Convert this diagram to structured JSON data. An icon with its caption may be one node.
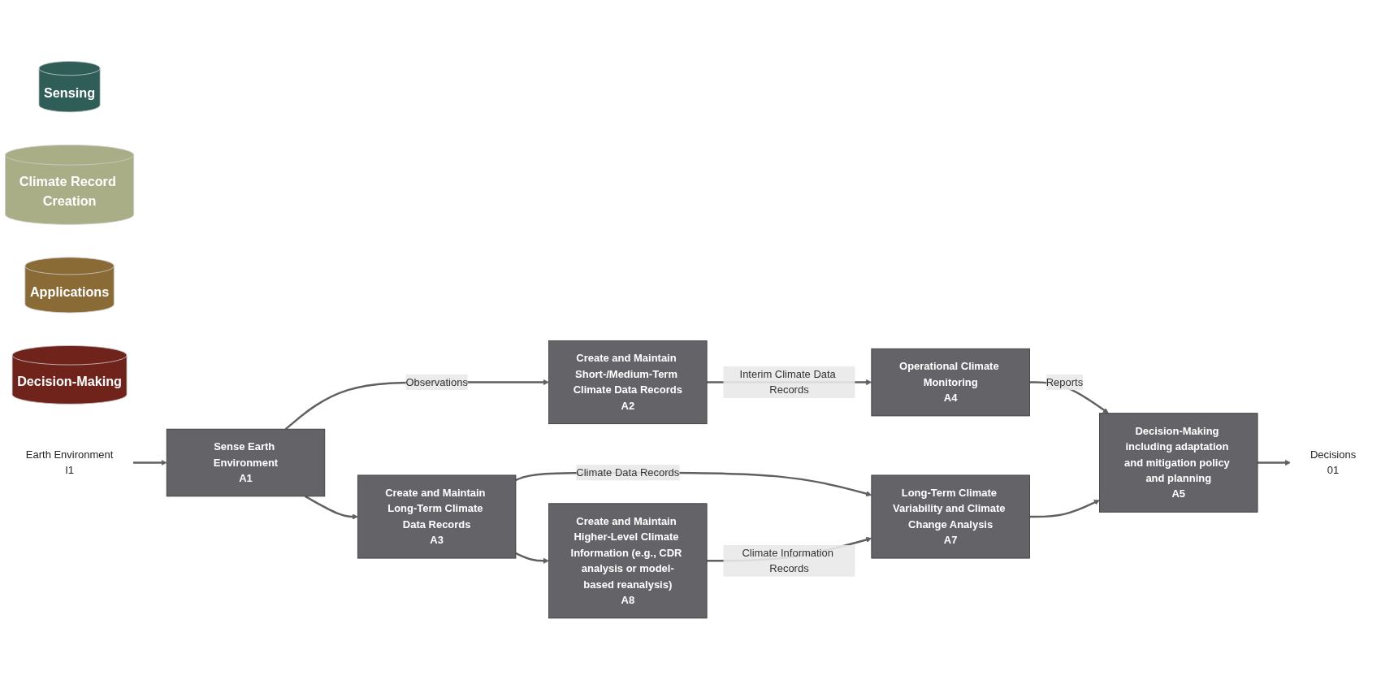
{
  "diagram": {
    "nodes": [
      {
        "text": [
          "Sensing"
        ]
      },
      {
        "text": [
          "Climate Record Creation"
        ]
      },
      {
        "text": [
          "Applications"
        ]
      },
      {
        "text": [
          "Decision-Making"
        ]
      },
      {
        "text": [
          "Earth Environment",
          "I1"
        ]
      },
      {
        "text": [
          "Sense Earth Environment",
          "A1"
        ]
      },
      {
        "text": [
          "Create and Maintain Short-/Medium-Term Climate Data Records",
          "A2"
        ]
      },
      {
        "text": [
          "Create and Maintain Long-Term Climate Data Records",
          "A3"
        ]
      },
      {
        "text": [
          "Operational Climate Monitoring",
          "A4"
        ]
      },
      {
        "text": [
          "Long-Term Climate Variability and Climate Change Analysis",
          "A7"
        ]
      },
      {
        "text": [
          "Create and Maintain Higher-Level Climate Information (e.g., CDR analysis or model-based reanalysis)",
          "A8"
        ]
      },
      {
        "text": [
          "Decision-Making including adaptation and mitigation policy and planning",
          "A5"
        ]
      },
      {
        "text": [
          "Decisions",
          "01"
        ]
      }
    ],
    "edges": [
      {
        "from": 4,
        "to": 5,
        "arrow": "to"
      },
      {
        "from": 5,
        "to": 6,
        "arrow": "to",
        "label": "Observations"
      },
      {
        "from": 5,
        "to": 7,
        "arrow": "to"
      },
      {
        "from": 6,
        "to": 8,
        "arrow": "to",
        "label": "Interim Climate Data Records"
      },
      {
        "from": 7,
        "to": 9,
        "arrow": "to",
        "label": "Climate Data Records"
      },
      {
        "from": 7,
        "to": 10,
        "arrow": "to"
      },
      {
        "from": 10,
        "to": 9,
        "arrow": "to",
        "label": "Climate Information Records"
      },
      {
        "from": 8,
        "to": 11,
        "arrow": "to",
        "label": "Reports"
      },
      {
        "from": 9,
        "to": 11,
        "arrow": "to"
      },
      {
        "from": 11,
        "to": 12,
        "arrow": "to"
      }
    ]
  }
}
